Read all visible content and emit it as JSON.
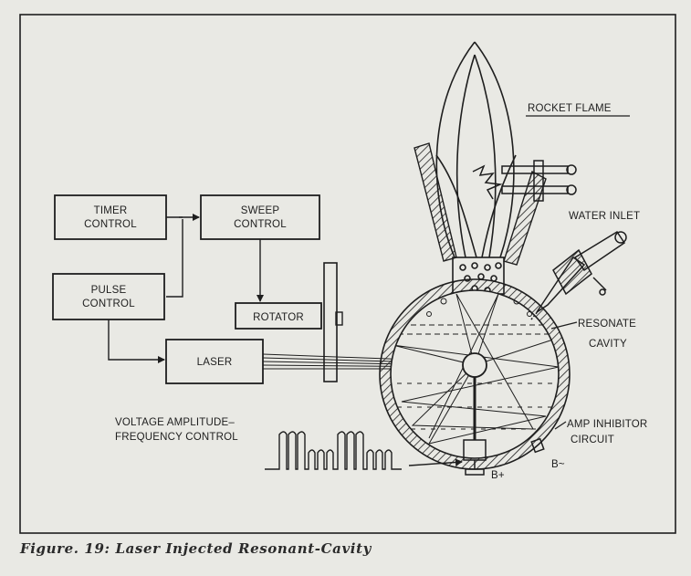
{
  "figure": {
    "caption": "Figure. 19: Laser Injected Resonant-Cavity"
  },
  "blocks": {
    "timer_control": [
      "TIMER",
      "CONTROL"
    ],
    "sweep_control": [
      "SWEEP",
      "CONTROL"
    ],
    "pulse_control": [
      "PULSE",
      "CONTROL"
    ],
    "rotator": "ROTATOR",
    "laser": "LASER"
  },
  "labels": {
    "rocket_flame": "ROCKET FLAME",
    "water_inlet": "WATER INLET",
    "resonate_cavity": [
      "RESONATE",
      "CAVITY"
    ],
    "voltage_control": [
      "VOLTAGE AMPLITUDE–",
      "FREQUENCY CONTROL"
    ],
    "amp_inhibitor": [
      "AMP INHIBITOR",
      "CIRCUIT"
    ],
    "b_plus": "B+",
    "b_minus": "B~"
  },
  "colors": {
    "ink": "#1e1e1e",
    "paper": "#e9e9e4"
  }
}
